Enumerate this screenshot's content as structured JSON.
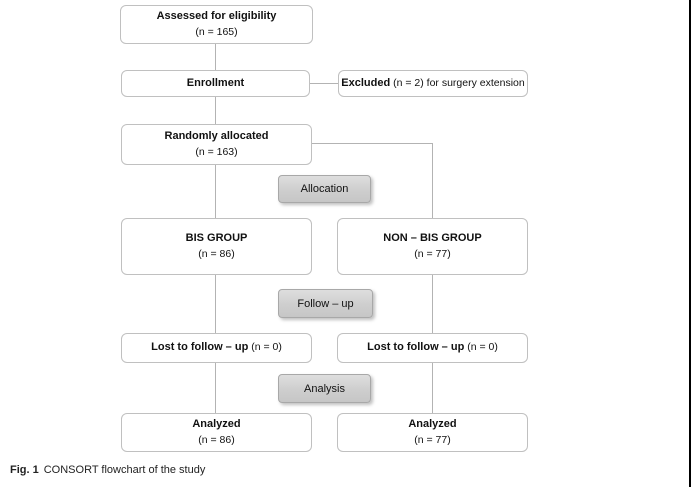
{
  "nodes": {
    "assessed": {
      "title": "Assessed for eligibility",
      "subtitle": "(n = 165)"
    },
    "enrollment": {
      "title": "Enrollment"
    },
    "excluded": {
      "bold": "Excluded",
      "rest": " (n = 2) for surgery extension"
    },
    "randomized": {
      "title": "Randomly allocated",
      "subtitle": "(n = 163)"
    },
    "bis_group": {
      "title": "BIS GROUP",
      "subtitle": "(n = 86)"
    },
    "non_bis_group": {
      "title": "NON – BIS GROUP",
      "subtitle": "(n = 77)"
    },
    "lost_left": {
      "bold": "Lost to follow – up",
      "rest": " (n = 0)"
    },
    "lost_right": {
      "bold": "Lost to follow – up",
      "rest": " (n = 0)"
    },
    "analyzed_left": {
      "title": "Analyzed",
      "subtitle": "(n = 86)"
    },
    "analyzed_right": {
      "title": "Analyzed",
      "subtitle": "(n = 77)"
    }
  },
  "stage_labels": {
    "allocation": "Allocation",
    "followup": "Follow – up",
    "analysis": "Analysis"
  },
  "caption": {
    "label": "Fig. 1",
    "text": "CONSORT flowchart of the study"
  },
  "colors": {
    "node_border": "#c0c0c0",
    "connector": "#b3b3b3",
    "stage_fill": "#cecece",
    "stage_border": "#a8a8a8",
    "text": "#111111",
    "page_edge": "#000000"
  }
}
